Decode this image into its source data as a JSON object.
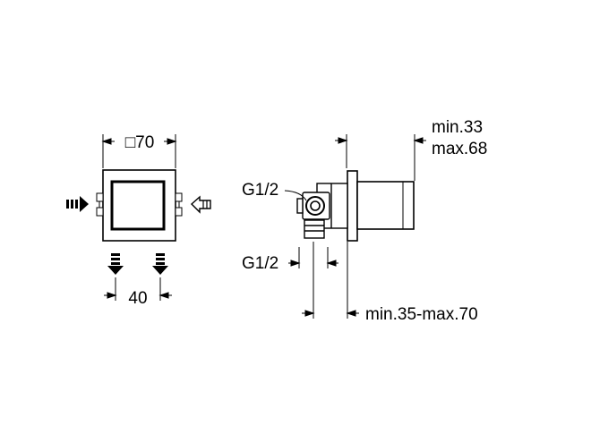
{
  "front_view": {
    "width_label": "□70",
    "spacing_label": "40"
  },
  "side_view": {
    "inlet_label": "G1/2",
    "outlet_label": "G1/2",
    "projection_label_min": "min.33",
    "projection_label_max": "max.68",
    "depth_label": "min.35-max.70"
  },
  "colors": {
    "line": "#000000",
    "background": "#ffffff"
  }
}
